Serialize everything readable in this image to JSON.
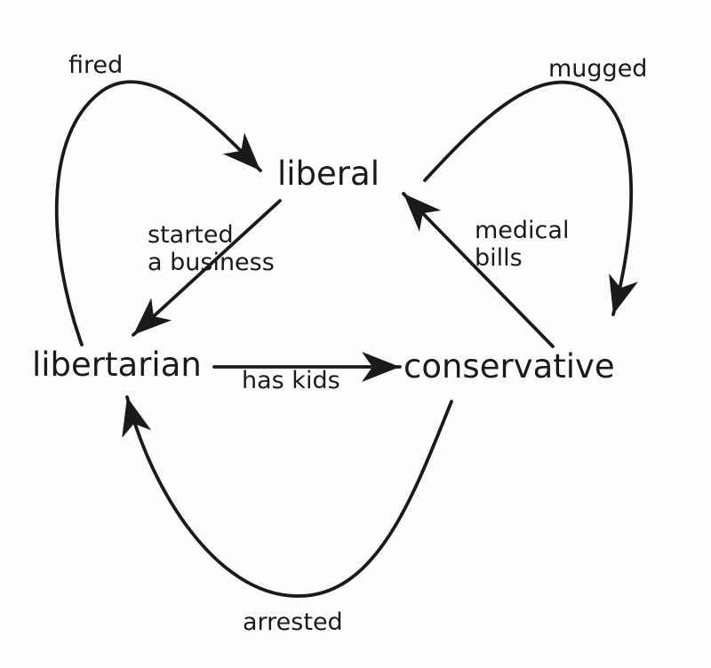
{
  "colors": {
    "ink": "#1a1a1a",
    "background": "#fdfdfd"
  },
  "diagram": {
    "nodes": [
      {
        "id": "liberal",
        "label": "liberal"
      },
      {
        "id": "libertarian",
        "label": "libertarian"
      },
      {
        "id": "conservative",
        "label": "conservative"
      }
    ],
    "edges": [
      {
        "from": "libertarian",
        "to": "liberal",
        "label": "fired"
      },
      {
        "from": "liberal",
        "to": "conservative",
        "label": "mugged"
      },
      {
        "from": "liberal",
        "to": "libertarian",
        "label": "started\na business"
      },
      {
        "from": "conservative",
        "to": "liberal",
        "label": "medical\nbills"
      },
      {
        "from": "libertarian",
        "to": "conservative",
        "label": "has kids"
      },
      {
        "from": "conservative",
        "to": "libertarian",
        "label": "arrested"
      }
    ]
  }
}
